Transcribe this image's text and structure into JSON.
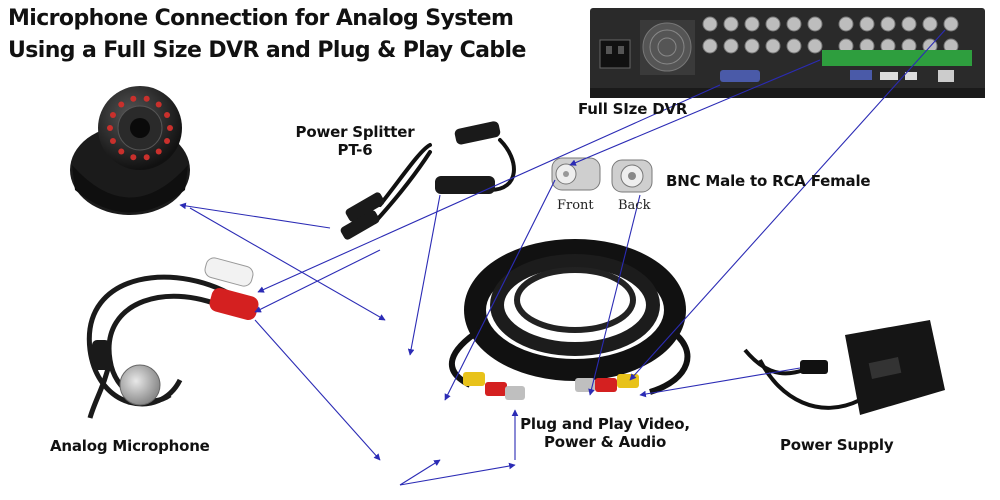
{
  "title": {
    "line1": "Microphone Connection for Analog System",
    "line2": "Using a Full Size DVR and Plug & Play Cable"
  },
  "labels": {
    "power_splitter_name": "Power Splitter",
    "power_splitter_model": "PT-6",
    "dvr": "Full SIze DVR",
    "bnc_adapter": "BNC Male to RCA Female",
    "bnc_front": "Front",
    "bnc_back": "Back",
    "cable_line1": "Plug and Play Video,",
    "cable_line2": "Power & Audio",
    "microphone": "Analog Microphone",
    "power_supply": "Power Supply"
  },
  "components": {
    "camera": "dome-camera-icon",
    "microphone": "microphone-icon",
    "splitter": "power-splitter-icon",
    "dvr": "dvr-icon",
    "bnc": "bnc-adapter-icon",
    "cable": "cable-coil-icon",
    "power_supply": "power-adapter-icon"
  },
  "colors": {
    "arrow": "#2b2bb5",
    "text": "#111111",
    "device_dark": "#1a1a1a",
    "dvr_panel": "#2a2a2a",
    "terminal_green": "#2e9e3e",
    "rca_red": "#d42020",
    "rca_yellow": "#e8c21a",
    "rca_white": "#f2f2f2"
  }
}
